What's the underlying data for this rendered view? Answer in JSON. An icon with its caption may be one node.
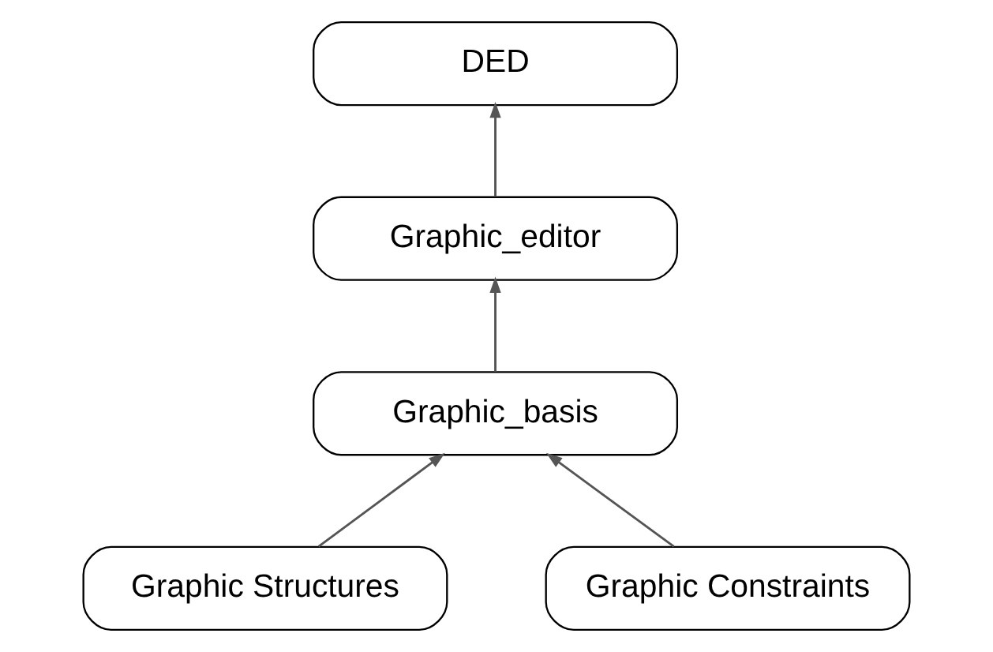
{
  "diagram": {
    "nodes": [
      {
        "text": [
          "DED"
        ]
      },
      {
        "text": [
          "Graphic_editor"
        ]
      },
      {
        "text": [
          "Graphic_basis"
        ]
      },
      {
        "text": [
          "Graphic Structures"
        ]
      },
      {
        "text": [
          "Graphic Constraints"
        ]
      }
    ],
    "edges": [
      {
        "from": 1,
        "to": 0,
        "arrow": "to"
      },
      {
        "from": 2,
        "to": 1,
        "arrow": "to"
      },
      {
        "from": 3,
        "to": 2,
        "arrow": "to"
      },
      {
        "from": 4,
        "to": 2,
        "arrow": "to"
      }
    ]
  }
}
